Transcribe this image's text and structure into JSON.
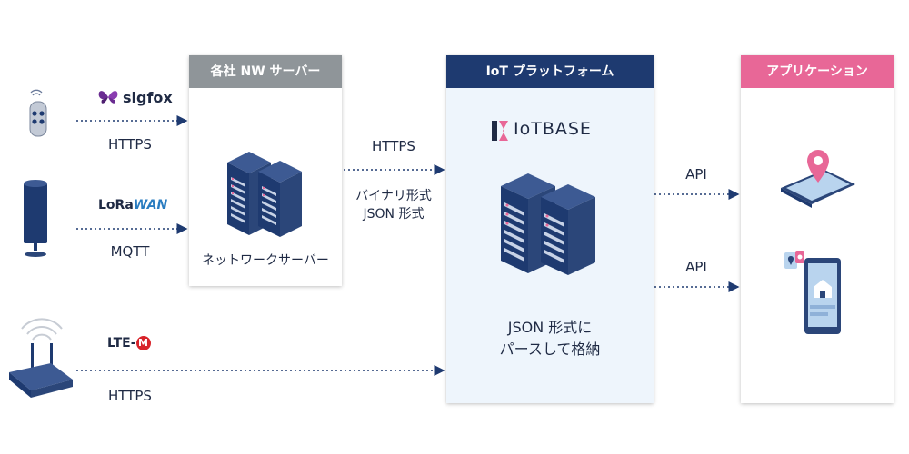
{
  "sources": {
    "sigfox": {
      "brand": "sigfox",
      "protocol": "HTTPS"
    },
    "lorawan": {
      "brand_lo": "LoRa",
      "brand_wan": "WAN",
      "protocol": "MQTT"
    },
    "lte": {
      "brand": "LTE-",
      "brand_mark": "M",
      "protocol": "HTTPS"
    }
  },
  "nw_server": {
    "header": "各社 NW サーバー",
    "caption": "ネットワークサーバー"
  },
  "link_to_platform": {
    "protocol": "HTTPS",
    "formats_line1": "バイナリ形式",
    "formats_line2": "JSON 形式"
  },
  "platform": {
    "header": "IoT プラットフォーム",
    "logo_text": "IoTBASE",
    "caption_line1": "JSON 形式に",
    "caption_line2": "パースして格納"
  },
  "api_links": [
    {
      "label": "API"
    },
    {
      "label": "API"
    }
  ],
  "applications": {
    "header": "アプリケーション"
  },
  "colors": {
    "navy": "#1e3a70",
    "grey_header": "#8f9599",
    "pink": "#e86797",
    "platform_bg": "#eef5fc",
    "sigfox_purple": "#6a2c91",
    "lte_red": "#d8232a"
  }
}
